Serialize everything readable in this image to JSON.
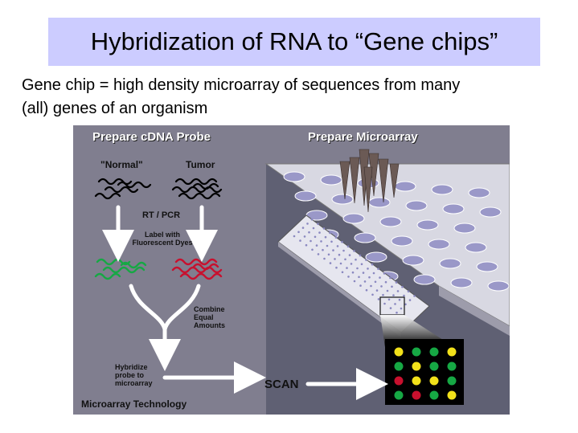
{
  "slide": {
    "title": "Hybridization of RNA to “Gene chips”",
    "subtitle_line1": "Gene chip = high density   microarray of sequences from many",
    "subtitle_line2": "(all) genes of an organism"
  },
  "figure": {
    "left_header": "Prepare cDNA Probe",
    "right_header": "Prepare Microarray",
    "label_normal": "\"Normal\"",
    "label_tumor": "Tumor",
    "label_rtpcr": "RT / PCR",
    "label_dyes_1": "Label with",
    "label_dyes_2": "Fluorescent Dyes",
    "label_combine_1": "Combine",
    "label_combine_2": "Equal",
    "label_combine_3": "Amounts",
    "label_hybridize_1": "Hybridize",
    "label_hybridize_2": "probe to",
    "label_hybridize_3": "microarray",
    "label_scan": "SCAN",
    "footer": "Microarray Technology",
    "colors": {
      "background": "#807e8f",
      "green": "#16a844",
      "red": "#c8102e",
      "yellow": "#f2e11a",
      "plate": "#d8d8e0",
      "well": "#9a98c8"
    },
    "scan_grid": [
      [
        "yellow",
        "green",
        "green",
        "yellow"
      ],
      [
        "green",
        "yellow",
        "green",
        "green"
      ],
      [
        "red",
        "yellow",
        "yellow",
        "green"
      ],
      [
        "green",
        "red",
        "green",
        "yellow"
      ]
    ]
  }
}
